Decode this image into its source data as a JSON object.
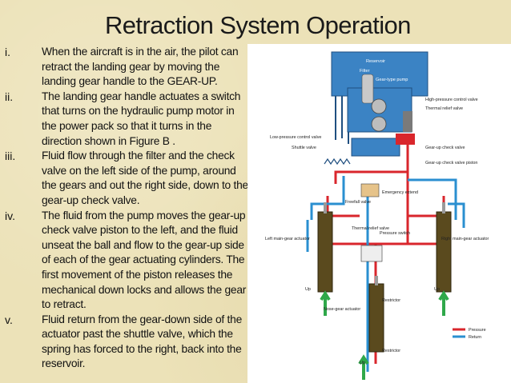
{
  "title": "Retraction System Operation",
  "steps": [
    {
      "num": "i.",
      "text": "When the aircraft is in the air, the pilot can retract the landing gear by moving the landing gear handle to the GEAR-UP."
    },
    {
      "num": "ii.",
      "text": "The landing gear handle actuates a switch that turns on the hydraulic pump motor in the power pack so that it turns in the direction shown in Figure B ."
    },
    {
      "num": "iii.",
      "text": "Fluid flow through the filter and the check valve on the left side of the pump, around the gears and out the right side, down to the gear-up check valve."
    },
    {
      "num": "iv.",
      "text": "The fluid from the pump moves the gear-up check valve piston to the left, and the fluid unseat the ball and flow to the gear-up side of each of the gear actuating cylinders. The first movement of the piston releases the mechanical down locks and allows the gear to retract."
    },
    {
      "num": "v.",
      "text": "Fluid return from the gear-down side of the actuator past the shuttle valve, which the spring has forced to the right, back into the reservoir."
    }
  ],
  "figure": {
    "reservoir": "Reservoir",
    "filter": "Filter",
    "gear_pump": "Gear-type pump",
    "high_pressure_valve": "High-pressure control valve",
    "thermal_relief_valve": "Thermal relief valve",
    "low_pressure_valve": "Low-pressure control valve",
    "shuttle_valve": "Shuttle valve",
    "gear_up_check_valve": "Gear-up check valve",
    "gear_up_check_valve_piston": "Gear-up check valve piston",
    "freefall_valve": "Freefall valve",
    "emergency_extend": "Emergency extend",
    "thermal_relief": "Thermal relief valve",
    "pressure_switch": "Pressure switch",
    "left_actuator": "Left main-gear actuator",
    "right_actuator": "Right main-gear actuator",
    "nose_actuator": "Nose-gear actuator",
    "restrictor_top": "Restrictor",
    "restrictor_bottom": "Restrictor",
    "up_left": "Up",
    "up_right": "Up",
    "up_nose": "Up",
    "legend_pressure": "Pressure",
    "legend_return": "Return",
    "colors": {
      "pressure": "#d9262c",
      "return": "#2a8fd0",
      "reservoir": "#3b83c4",
      "actuator": "#5a4a1e",
      "arrow": "#2fa84a"
    }
  }
}
